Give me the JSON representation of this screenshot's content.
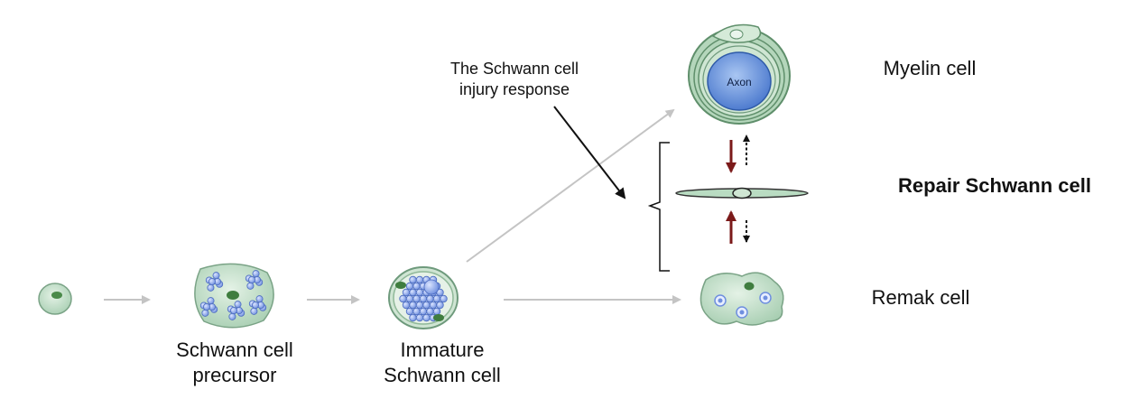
{
  "labels": {
    "precursor": {
      "line1": "Schwann cell",
      "line2": "precursor"
    },
    "immature": {
      "line1": "Immature",
      "line2": "Schwann cell"
    },
    "myelin": "Myelin cell",
    "repair": "Repair Schwann cell",
    "remak": "Remak cell",
    "injury": {
      "line1": "The Schwann cell",
      "line2": "injury response"
    },
    "axon": "Axon"
  },
  "colors": {
    "cell_fill": "#b9dcc2",
    "cell_stroke": "#6e9a7c",
    "nucleus": "#4a8a4a",
    "axon_blue": "#5b86d6",
    "granule_blue": "#8ea7e6",
    "progression_arrow": "#c4c4c4",
    "repair_arrow": "#7b1a1a",
    "black_arrow": "#111111"
  }
}
